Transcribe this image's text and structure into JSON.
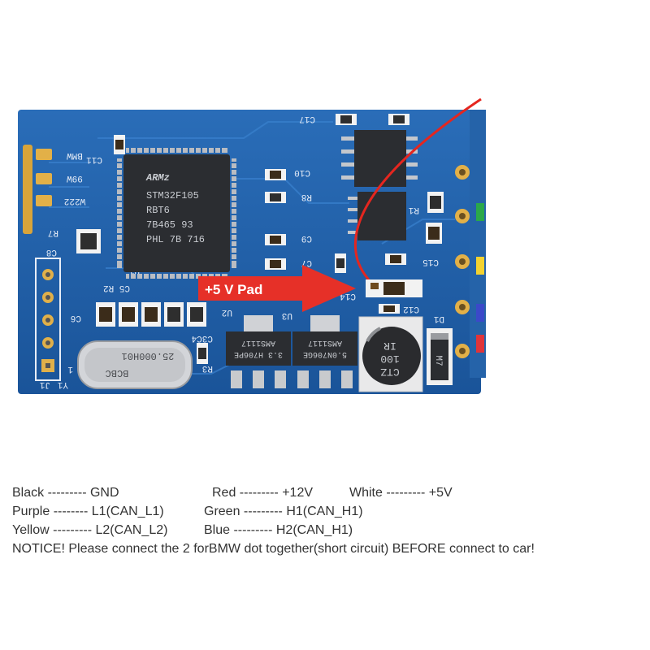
{
  "photo": {
    "chip_text": [
      "ARMz",
      "STM32F105",
      "RBT6",
      "7B465 93",
      "PHL 7B 716"
    ],
    "crystal_text": [
      "25.000H01",
      "BCBC"
    ],
    "regulator1_text": [
      "AMS1117",
      "3.3 H706PE"
    ],
    "regulator2_text": [
      "AMS1117",
      "5.0N706GE"
    ],
    "capacitor_text": [
      "IR",
      "100",
      "CTZ"
    ],
    "jumper_labels": [
      "BMW",
      "99W",
      "W222"
    ],
    "silk_labels": {
      "c11": "C11",
      "c17": "C17",
      "c10": "C10",
      "r8": "R8",
      "c9": "C9",
      "c7": "C7",
      "c14": "C14",
      "c15": "C15",
      "c12": "C12",
      "d1": "D1",
      "r1": "R1",
      "r7": "R7",
      "c8": "C8",
      "u1": "U1",
      "c5r2": "C5 R2",
      "c6": "C6",
      "u2": "U2",
      "u3": "U3",
      "c3c4": "C3C4",
      "r3": "R3",
      "j1": "J1",
      "y1": "Y1",
      "one": "1",
      "m7": "M7"
    },
    "callout_label": "+5 V Pad",
    "colors": {
      "board": "#1d5fa8",
      "arrow": "#e63028",
      "wire": "#e5261f"
    }
  },
  "legend": {
    "row1": {
      "col1": "Black  --------- GND",
      "col2": "Red --------- +12V",
      "col3": "White  --------- +5V"
    },
    "row2": {
      "col1": "Purple  -------- L1(CAN_L1)",
      "col2": "Green --------- H1(CAN_H1)"
    },
    "row3": {
      "col1": "Yellow --------- L2(CAN_L2)",
      "col2": "Blue --------- H2(CAN_H1)"
    },
    "notice": "NOTICE! Please connect the 2 forBMW dot together(short circuit) BEFORE connect to car!"
  }
}
